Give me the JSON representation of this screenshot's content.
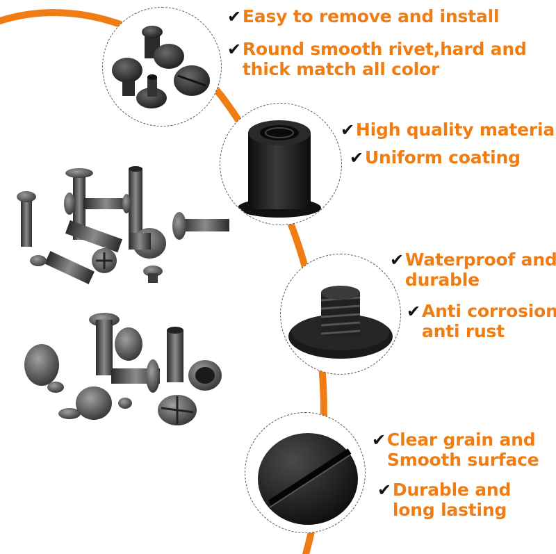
{
  "colors": {
    "accent": "#ef7d14",
    "check": "#111111",
    "metal_dark": "#2a2a2a",
    "metal_mid": "#5d5d5d",
    "metal_light": "#9a9a9a"
  },
  "icons": {
    "check": "check-mark-icon"
  },
  "features": [
    {
      "check": "✔",
      "text": "Easy to remove and install"
    },
    {
      "check": "✔",
      "text": "Round smooth rivet,hard and\nthick match all color"
    },
    {
      "check": "✔",
      "text": "High quality material"
    },
    {
      "check": "✔",
      "text": "Uniform coating"
    },
    {
      "check": "✔",
      "text": "Waterproof and\ndurable"
    },
    {
      "check": "✔",
      "text": "Anti corrosion\nanti rust"
    },
    {
      "check": "✔",
      "text": "Clear grain and\nSmooth surface"
    },
    {
      "check": "✔",
      "text": "Durable and\nlong lasting"
    }
  ]
}
